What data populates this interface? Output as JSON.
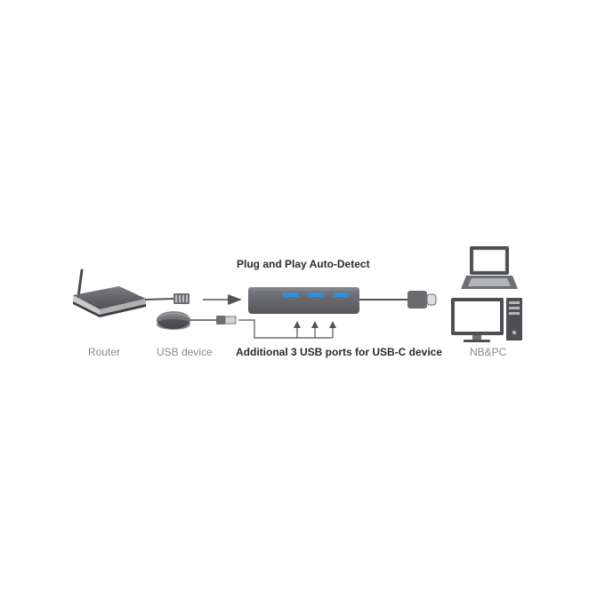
{
  "diagram": {
    "title": "Plug and Play Auto-Detect",
    "subtitle": "Additional 3 USB ports for USB-C device",
    "labels": {
      "router": "Router",
      "usb_device": "USB device",
      "nb_pc": "NB&PC"
    },
    "icons": [
      "router-icon",
      "ethernet-plug-icon",
      "mouse-icon",
      "usb-a-plug-icon",
      "usb-hub-icon",
      "usb-c-plug-icon",
      "laptop-icon",
      "monitor-icon",
      "pc-tower-icon"
    ],
    "colors": {
      "hub_body": "#6b6c70",
      "usb_port_blue": "#2f8fd8",
      "line": "#555555",
      "label_gray": "#8a8a8a",
      "title_text": "#2b2b2b"
    }
  }
}
